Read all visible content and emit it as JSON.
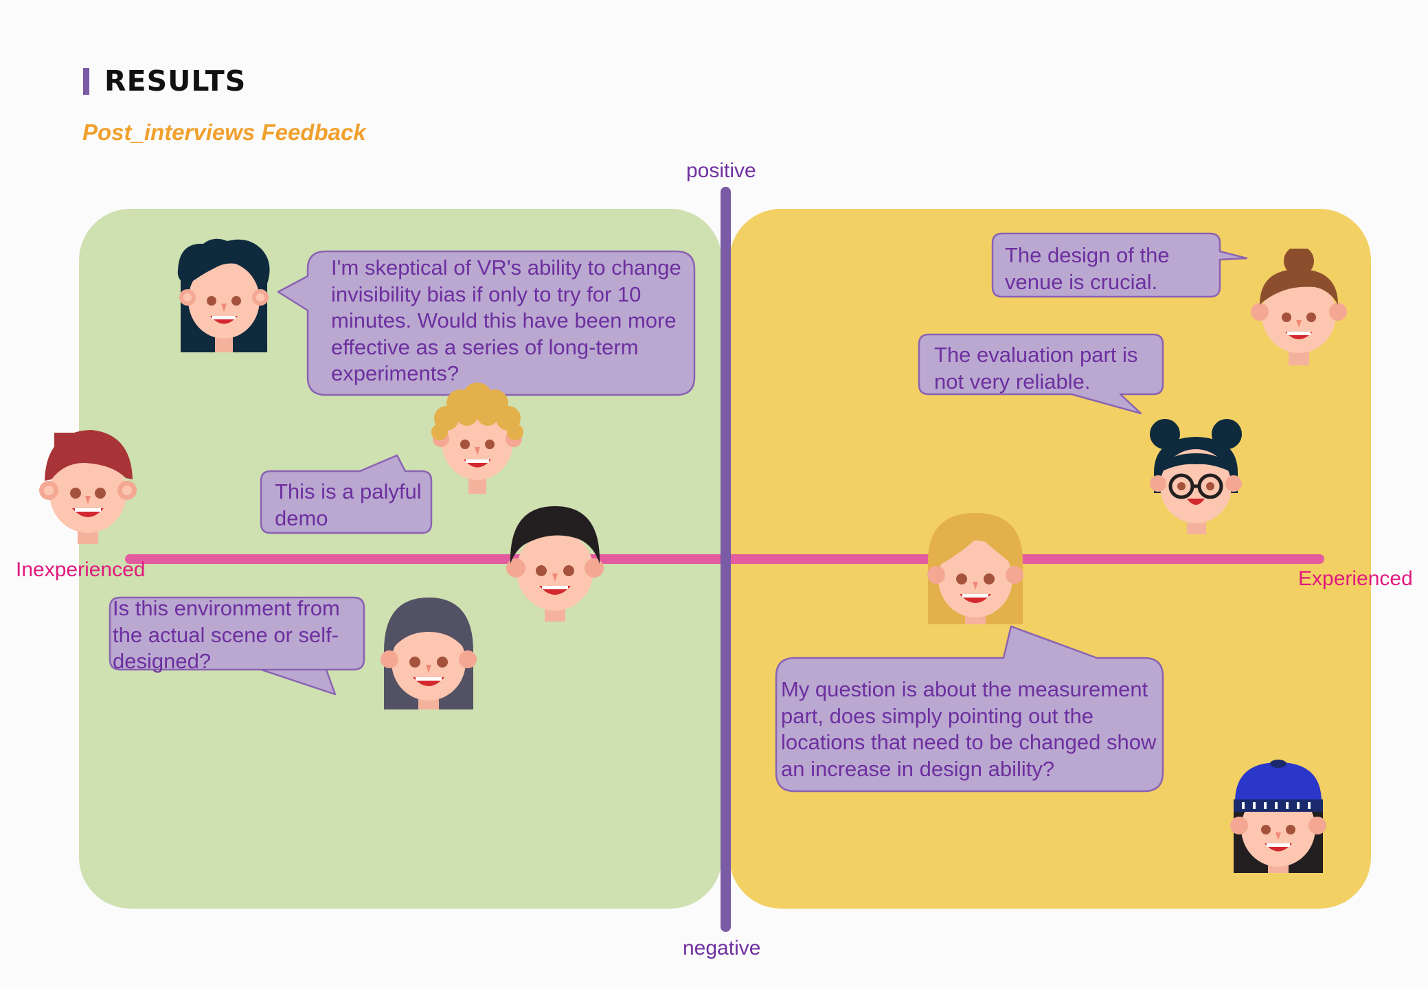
{
  "header": {
    "title": "RESULTS",
    "subtitle": "Post_interviews Feedback"
  },
  "axes": {
    "top_label": "positive",
    "bottom_label": "negative",
    "left_label": "Inexperienced",
    "right_label": "Experienced"
  },
  "quadrants": {
    "left_color": "#cfe0b1",
    "right_color": "#f2d064"
  },
  "colors": {
    "vertical_axis": "#7b5aa6",
    "horizontal_axis": "#e45a9e",
    "bubble_fill": "#baa8d0",
    "bubble_border": "#8a62b2",
    "bubble_text": "#6d2fa0",
    "axis_label_pink": "#e0197d",
    "subtitle": "#f0a02d"
  },
  "comments": [
    {
      "text": "I'm skeptical of VR's ability to change invisibility bias if only to try for 10 minutes. Would this have been more effective as a series of long-term experiments?"
    },
    {
      "text": "This is a palyful demo"
    },
    {
      "text": "Is this environment from the actual scene or self-designed?"
    },
    {
      "text": "The design of the venue is crucial."
    },
    {
      "text": "The evaluation part is not very reliable."
    },
    {
      "text": "My question is about the measurement part, does simply pointing out the locations that need to be changed show an increase in design ability?"
    }
  ],
  "avatars": [
    {
      "icon": "boy-dark-curly-hair-icon"
    },
    {
      "icon": "boy-blond-curly-hair-icon"
    },
    {
      "icon": "boy-red-hair-icon"
    },
    {
      "icon": "boy-black-hair-icon"
    },
    {
      "icon": "girl-gray-long-hair-icon"
    },
    {
      "icon": "girl-brown-bun-icon"
    },
    {
      "icon": "girl-glasses-space-buns-icon"
    },
    {
      "icon": "girl-blonde-bob-icon"
    },
    {
      "icon": "girl-blue-beanie-icon"
    }
  ]
}
